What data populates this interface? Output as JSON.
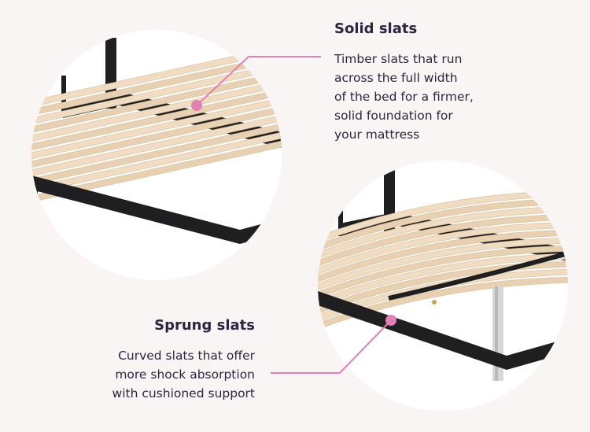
{
  "solid": {
    "title": "Solid slats",
    "lines": [
      "Timber slats that run",
      "across the full width",
      "of the bed for a firmer,",
      "solid foundation for",
      "your mattress"
    ]
  },
  "sprung": {
    "title": "Sprung slats",
    "lines": [
      "Curved slats that offer",
      "more shock absorption",
      "with cushioned support"
    ]
  },
  "colors": {
    "background": "#faf5f5",
    "text": "#2b2540",
    "accent": "#e27fb4",
    "frame": "#1f1f21",
    "slat": "#ecd7bc"
  }
}
